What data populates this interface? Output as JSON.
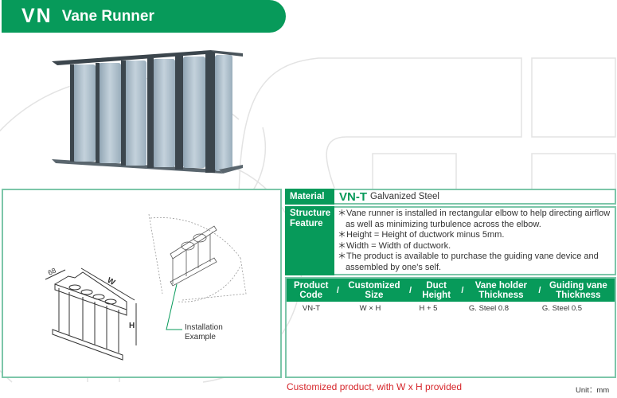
{
  "header": {
    "code": "VN",
    "title": "Vane Runner",
    "accent": "#079a5a"
  },
  "diagram": {
    "dim_depth": "68",
    "dim_width": "W",
    "dim_height": "H",
    "install_label_1": "Installation",
    "install_label_2": "Example"
  },
  "material": {
    "label": "Material",
    "product_code": "VN-T",
    "value": "Galvanized Steel"
  },
  "structure": {
    "label_1": "Structure",
    "label_2": "Feature",
    "features": [
      "＊Vane runner is installed in rectangular elbow to help directing airflow as well as minimizing turbulence across the elbow.",
      "＊Height = Height of ductwork minus 5mm.",
      "＊Width = Width of ductwork.",
      "＊The product is available to purchase the guiding vane device and assembled by one's self."
    ]
  },
  "spec_table": {
    "headers": [
      {
        "line1": "Product",
        "line2": "Code"
      },
      {
        "line1": "Customized",
        "line2": "Size"
      },
      {
        "line1": "Duct",
        "line2": "Height"
      },
      {
        "line1": "Vane holder",
        "line2": "Thickness"
      },
      {
        "line1": "Guiding vane",
        "line2": "Thickness"
      }
    ],
    "separator": "/",
    "rows": [
      [
        "VN-T",
        "W × H",
        "H + 5",
        "G. Steel 0.8",
        "G. Steel 0.5"
      ]
    ]
  },
  "note": "Customized product, with W x H provided",
  "unit": "Unit：mm"
}
